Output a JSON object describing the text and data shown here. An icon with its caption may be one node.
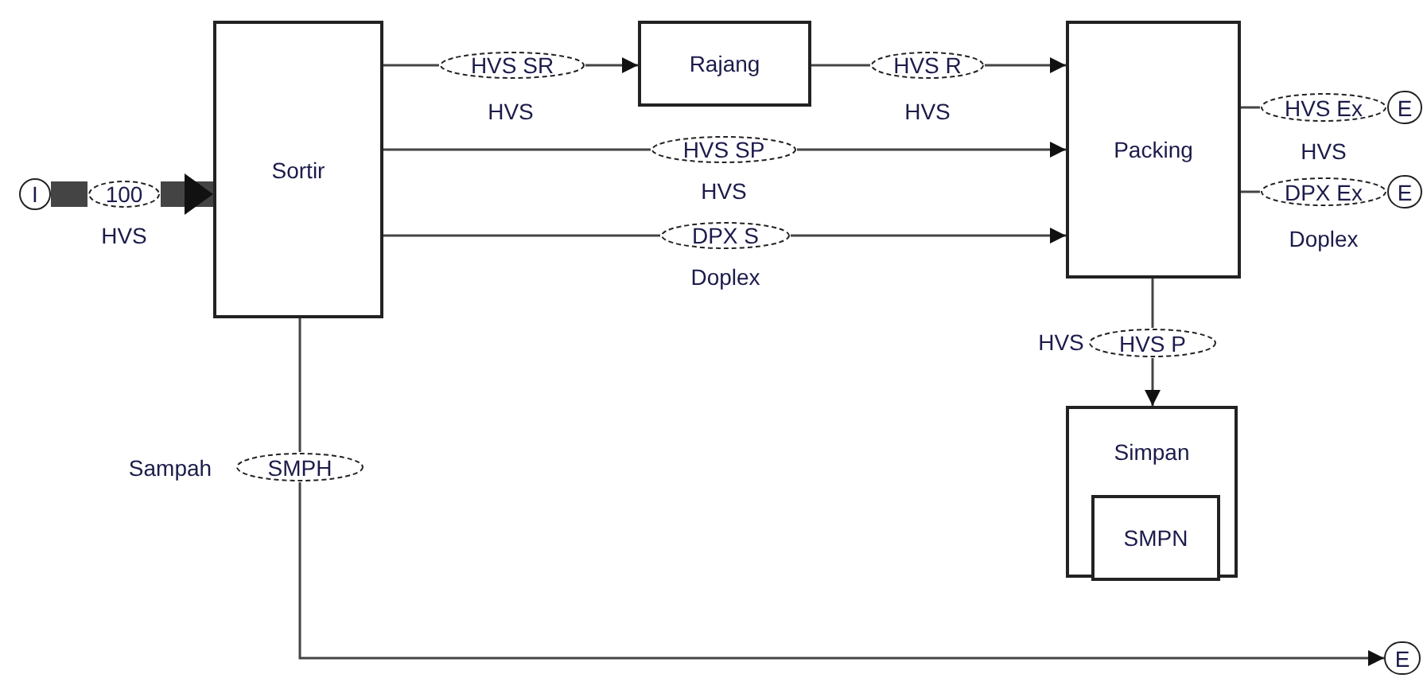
{
  "diagram": {
    "nodes": [
      {
        "text": [
          "I"
        ]
      },
      {
        "text": [
          "100"
        ],
        "beside": [
          "HVS"
        ]
      },
      {
        "text": [
          "Sortir"
        ]
      },
      {
        "text": [
          "HVS SR"
        ],
        "beside": [
          "HVS"
        ]
      },
      {
        "text": [
          "Rajang"
        ]
      },
      {
        "text": [
          "HVS R"
        ],
        "beside": [
          "HVS"
        ]
      },
      {
        "text": [
          "HVS SP"
        ],
        "beside": [
          "HVS"
        ]
      },
      {
        "text": [
          "DPX S"
        ],
        "beside": [
          "Doplex"
        ]
      },
      {
        "text": [
          "Packing"
        ]
      },
      {
        "text": [
          "HVS Ex"
        ],
        "beside": [
          "HVS"
        ]
      },
      {
        "text": [
          "E"
        ]
      },
      {
        "text": [
          "DPX Ex"
        ],
        "beside": [
          "Doplex"
        ]
      },
      {
        "text": [
          "E"
        ]
      },
      {
        "text": [
          "HVS P"
        ],
        "beside": [
          "HVS"
        ]
      },
      {
        "text": [
          "Simpan"
        ]
      },
      {
        "text": [
          "SMPN"
        ],
        "in": 14
      },
      {
        "text": [
          "SMPH"
        ],
        "beside": [
          "Sampah"
        ]
      },
      {
        "text": [
          "E"
        ]
      }
    ],
    "edges": [
      {
        "from": 0,
        "to": 1,
        "arrow": "none",
        "style": "thick"
      },
      {
        "from": 1,
        "to": 2,
        "arrow": "to",
        "style": "thick"
      },
      {
        "from": 2,
        "to": 3,
        "arrow": "none"
      },
      {
        "from": 3,
        "to": 4,
        "arrow": "to"
      },
      {
        "from": 4,
        "to": 5,
        "arrow": "none"
      },
      {
        "from": 5,
        "to": 8,
        "arrow": "to"
      },
      {
        "from": 2,
        "to": 6,
        "arrow": "none"
      },
      {
        "from": 6,
        "to": 8,
        "arrow": "to"
      },
      {
        "from": 2,
        "to": 7,
        "arrow": "none"
      },
      {
        "from": 7,
        "to": 8,
        "arrow": "to"
      },
      {
        "from": 8,
        "to": 9,
        "arrow": "none"
      },
      {
        "from": 8,
        "to": 11,
        "arrow": "none"
      },
      {
        "from": 8,
        "to": 13,
        "arrow": "none"
      },
      {
        "from": 13,
        "to": 14,
        "arrow": "to"
      },
      {
        "from": 2,
        "to": 16,
        "arrow": "none"
      },
      {
        "from": 16,
        "to": 17,
        "arrow": "to"
      }
    ]
  }
}
